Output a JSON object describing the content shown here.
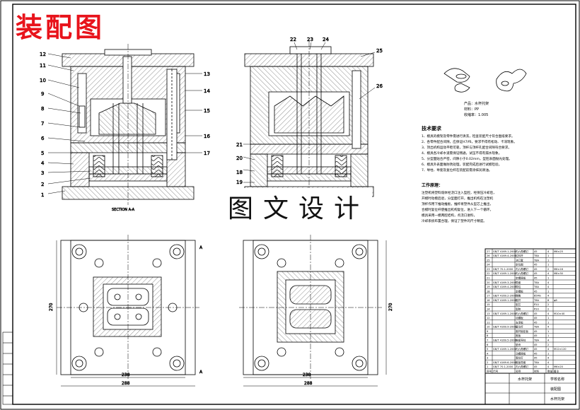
{
  "banner_title": "装配图",
  "watermark": "图文设计",
  "section_label": "SECTION A-A",
  "callouts_left": [
    "1",
    "2",
    "3",
    "4",
    "5",
    "6",
    "7",
    "8",
    "9",
    "10",
    "11",
    "12"
  ],
  "callouts_right_of_left_view": [
    "13",
    "14",
    "15",
    "16",
    "17"
  ],
  "callouts_top": [
    "22",
    "23",
    "24",
    "25",
    "26"
  ],
  "callouts_left_of_right_view": [
    "18",
    "19",
    "20",
    "21"
  ],
  "dims": {
    "left_inner_w": "238",
    "left_outer_w": "288",
    "left_h": "270",
    "right_inner_w": "238",
    "right_outer_w": "288",
    "right_h": "270",
    "sec_a": "A"
  },
  "part_info": {
    "line1": "产品：水杯托架",
    "line2": "材料：PP",
    "line3": "收缩率：1.005"
  },
  "tech_title": "技术要求",
  "tech_lines": [
    "1、模具的模架及零件需进行清洗，检查装配尺寸符合图纸要求。",
    "2、各零件配合间隙，应保证H7/f6，要求不得有松动、卡滞现象。",
    "3、顶出机构运动平稳可靠，顶杆与顶杆孔配合间隙符合要求。",
    "4、模具各冷却水道需保证畅通，试压不得有漏水现象。",
    "5、分型面贴合严密，间隙小于0.02mm，型腔表面抛光处理。",
    "6、模具外表面做防锈处理，装配完成后进行试模检验。",
    "7、导柱、导套及复位杆在装配前需涂抹润滑油。"
  ],
  "work_title": "工作原理：",
  "work_lines": [
    "注塑机将塑料熔体经浇口注入型腔，经保压冷却后，",
    "开模时动模后退，分型面打开，推出机构在注塑机",
    "顶杆作用下推动推板，推杆将塑件从型芯上推出，",
    "合模时复位杆使推出机构复位，进入下一个循环。",
    "模具采用一模两腔结构，点浇口进料，",
    "冷却系统布置合理，保证了塑件的尺寸精度。"
  ],
  "bom_rows": [
    [
      "27",
      "GB/T 4169.1-2006",
      "内六角螺钉",
      "45",
      "4",
      "M6×25"
    ],
    [
      "26",
      "GB/T 4169.4-2006",
      "拉料杆",
      "T8A",
      "1",
      ""
    ],
    [
      "25",
      "",
      "浇口套",
      "T8A",
      "1",
      ""
    ],
    [
      "24",
      "",
      "定位圈",
      "45",
      "1",
      ""
    ],
    [
      "23",
      "GB/T 70.1-2000",
      "内六角螺钉",
      "45",
      "2",
      "M6×16"
    ],
    [
      "22",
      "GB/T 4169.1-2006",
      "内六角螺钉",
      "45",
      "4",
      "M8×30"
    ],
    [
      "21",
      "",
      "定模座板",
      "45",
      "1",
      ""
    ],
    [
      "20",
      "GB/T 4169.3-2006",
      "导套",
      "T8A",
      "4",
      ""
    ],
    [
      "19",
      "GB/T 4169.4-2006",
      "导柱",
      "T8A",
      "4",
      ""
    ],
    [
      "18",
      "",
      "定模板",
      "45",
      "1",
      ""
    ],
    [
      "17",
      "GB/T 4169.2-2006",
      "弹簧",
      "65Mn",
      "4",
      ""
    ],
    [
      "16",
      "GB/T 4169.1-2006",
      "推杆",
      "T8A",
      "8",
      "φ6"
    ],
    [
      "15",
      "",
      "型芯",
      "P20",
      "2",
      ""
    ],
    [
      "14",
      "",
      "型腔",
      "P20",
      "2",
      ""
    ],
    [
      "13",
      "GB/T 4169.1-2006",
      "内六角螺钉",
      "45",
      "4",
      "M10×40"
    ],
    [
      "12",
      "",
      "动模板",
      "45",
      "1",
      ""
    ],
    [
      "11",
      "",
      "支承板",
      "45",
      "1",
      ""
    ],
    [
      "10",
      "GB/T 4169.9-2006",
      "复位杆",
      "T8A",
      "4",
      ""
    ],
    [
      "9",
      "",
      "推杆固定板",
      "45",
      "1",
      ""
    ],
    [
      "8",
      "",
      "推板",
      "45",
      "1",
      ""
    ],
    [
      "7",
      "GB/T 4169.5-2006",
      "推板导柱",
      "T8A",
      "4",
      ""
    ],
    [
      "6",
      "",
      "垫块",
      "45",
      "2",
      ""
    ],
    [
      "5",
      "GB/T 4169.1-2006",
      "内六角螺钉",
      "45",
      "4",
      "M12×120"
    ],
    [
      "4",
      "",
      "动模座板",
      "45",
      "1",
      ""
    ],
    [
      "3",
      "",
      "限位钉",
      "45",
      "4",
      ""
    ],
    [
      "2",
      "GB/T 4169.6-2006",
      "推板导套",
      "T8A",
      "4",
      ""
    ],
    [
      "1",
      "GB/T 70.1-2000",
      "内六角螺钉",
      "45",
      "4",
      "M6×20"
    ]
  ],
  "bom_header": [
    "序号",
    "代号",
    "名称",
    "材料",
    "数量",
    "备注"
  ],
  "title_block": {
    "drawing_name": "水杯托架",
    "school": "学校名称",
    "drawing_no": "装配图",
    "company": "水杯托架"
  }
}
